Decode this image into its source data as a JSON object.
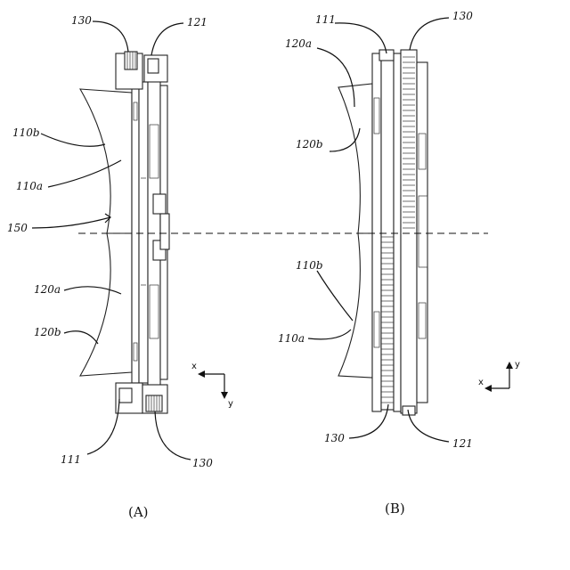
{
  "figure": {
    "panel_a": {
      "caption": "(A)",
      "labels": {
        "l130_top": "130",
        "l121": "121",
        "l110b": "110b",
        "l110a": "110a",
        "l150": "150",
        "l120a": "120a",
        "l120b": "120b",
        "l111": "111",
        "l130_bottom": "130"
      },
      "axes": {
        "x": "x",
        "y": "y"
      }
    },
    "panel_b": {
      "caption": "(B)",
      "labels": {
        "l111": "111",
        "l130_top": "130",
        "l120a": "120a",
        "l120b": "120b",
        "l110b": "110b",
        "l110a": "110a",
        "l130_bottom": "130",
        "l121": "121"
      },
      "axes": {
        "x": "x",
        "y": "y"
      }
    }
  }
}
